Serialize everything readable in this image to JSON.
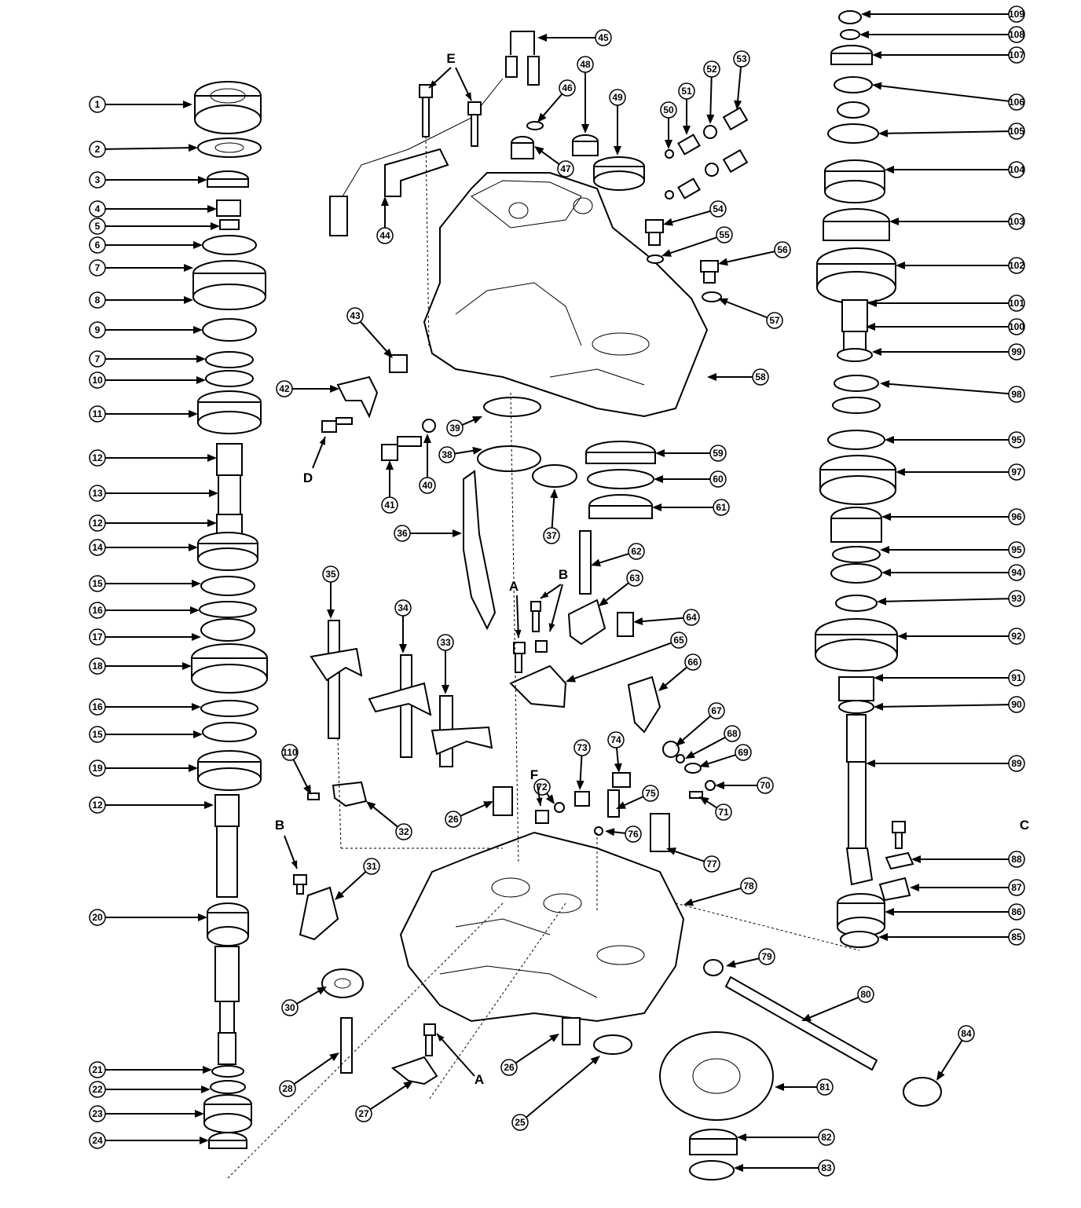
{
  "callouts_left": [
    "1",
    "2",
    "3",
    "4",
    "5",
    "6",
    "7",
    "8",
    "9",
    "7",
    "10",
    "11",
    "12",
    "13",
    "12",
    "14",
    "15",
    "16",
    "17",
    "18",
    "16",
    "15",
    "19",
    "12",
    "20",
    "21",
    "22",
    "23",
    "24"
  ],
  "callouts_right": [
    "109",
    "108",
    "107",
    "106",
    "105",
    "104",
    "103",
    "102",
    "101",
    "100",
    "99",
    "98",
    "95",
    "97",
    "96",
    "95",
    "94",
    "93",
    "92",
    "91",
    "90",
    "89",
    "C",
    "88",
    "87",
    "86",
    "85"
  ],
  "callouts_center": [
    "45",
    "46",
    "47",
    "48",
    "49",
    "50",
    "51",
    "52",
    "53",
    "54",
    "55",
    "56",
    "57",
    "58",
    "59",
    "60",
    "61",
    "62",
    "63",
    "64",
    "65",
    "66",
    "67",
    "68",
    "69",
    "70",
    "71",
    "72",
    "73",
    "74",
    "75",
    "76",
    "77",
    "78",
    "79",
    "80",
    "81",
    "82",
    "83",
    "84",
    "44",
    "43",
    "42",
    "41",
    "40",
    "39",
    "38",
    "37",
    "36",
    "35",
    "34",
    "33",
    "32",
    "31",
    "30",
    "28",
    "27",
    "26",
    "26",
    "25",
    "110"
  ],
  "letters": {
    "E": "E",
    "D": "D",
    "A1": "A",
    "B1": "B",
    "F": "F",
    "B2": "B",
    "A2": "A",
    "C": "C"
  }
}
